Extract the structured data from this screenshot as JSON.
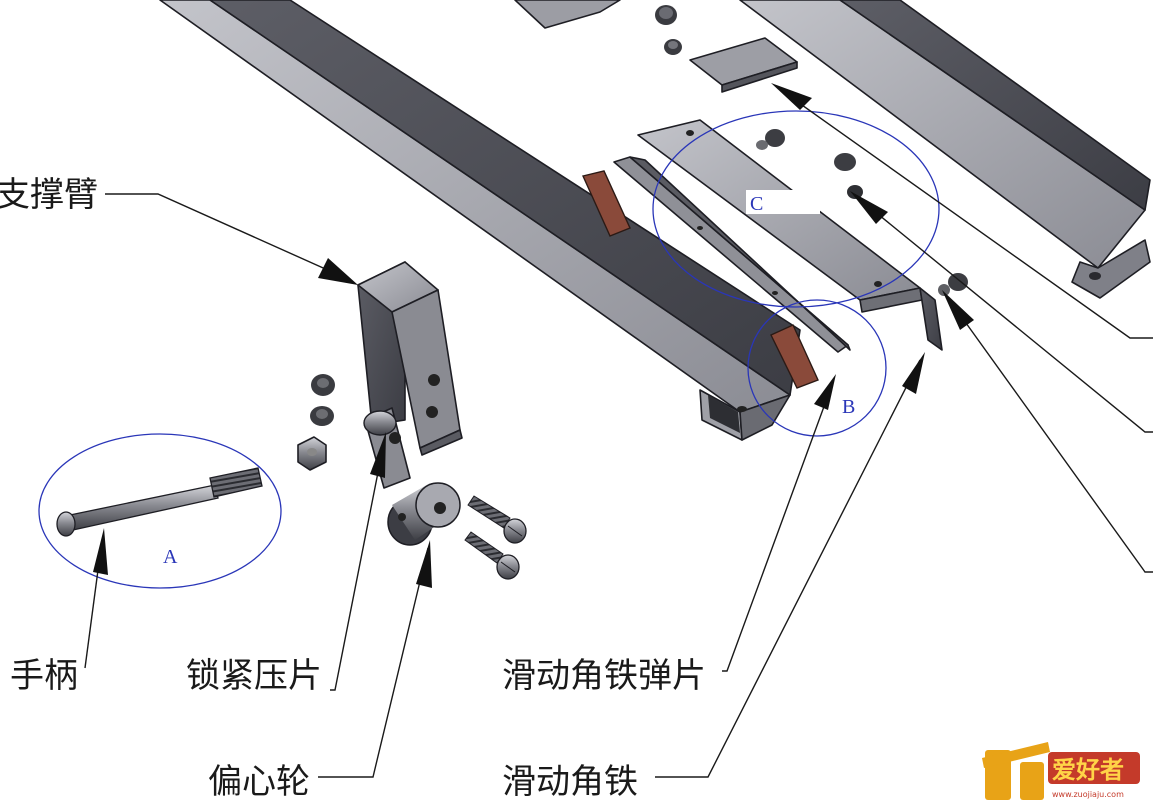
{
  "labels": {
    "support_arm": "支撑臂",
    "handle": "手柄",
    "locking_plate": "锁紧压片",
    "eccentric_wheel": "偏心轮",
    "sliding_angle_spring": "滑动角铁弹片",
    "sliding_angle": "滑动角铁"
  },
  "callouts": {
    "a": "A",
    "b": "B",
    "c": "C"
  },
  "watermark": {
    "text": "爱好者",
    "url": "www.zuojiaju.com"
  },
  "colors": {
    "steel_dark": "#54555c",
    "steel_mid": "#7d7e86",
    "steel_light": "#b4b5bc",
    "pad": "#8a4a3a",
    "callout_blue": "#2a36b8",
    "watermark_orange": "#e8a317",
    "watermark_red": "#c43a2a"
  }
}
